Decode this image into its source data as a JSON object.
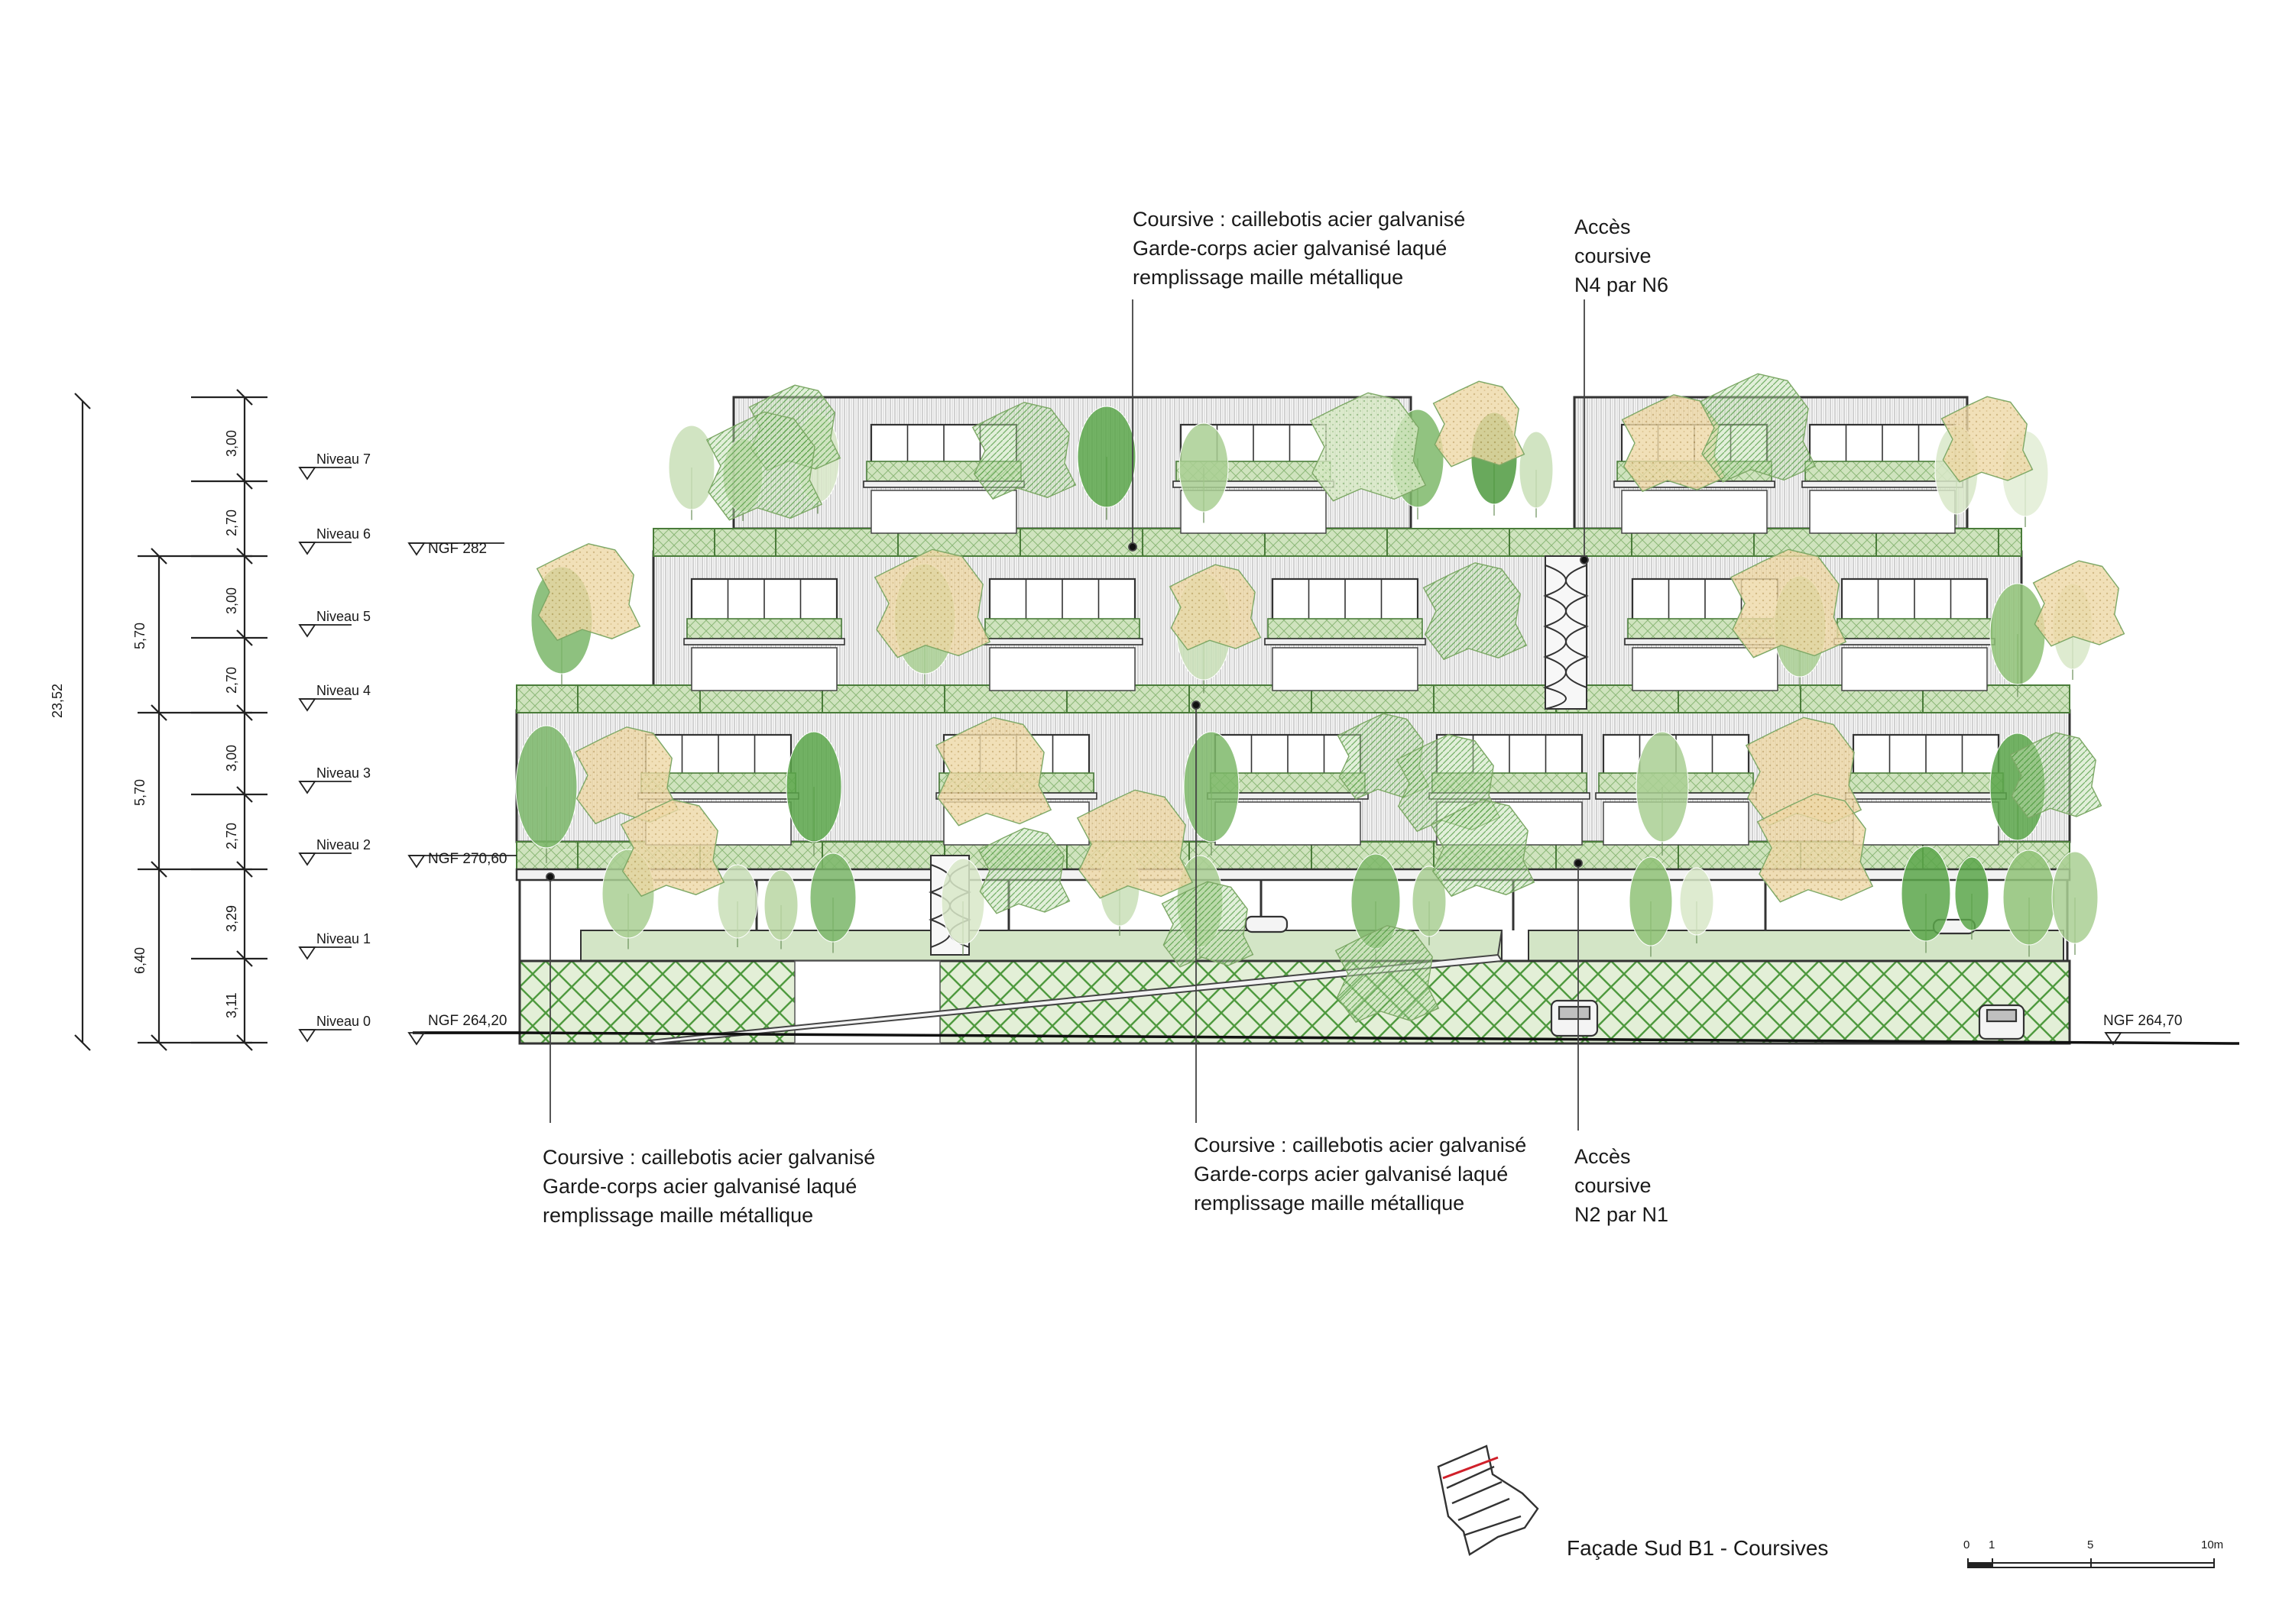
{
  "title": "Façade Sud B1  - Coursives",
  "levels": [
    {
      "label": "Niveau 7",
      "elev": 21.0
    },
    {
      "label": "Niveau 6",
      "elev": 18.0
    },
    {
      "label": "Niveau 5",
      "elev": 15.3
    },
    {
      "label": "Niveau 4",
      "elev": 12.3
    },
    {
      "label": "Niveau 3",
      "elev": 9.6
    },
    {
      "label": "Niveau 2",
      "elev": 6.6
    },
    {
      "label": "Niveau 1",
      "elev": 3.11
    },
    {
      "label": "Niveau 0",
      "elev": 0
    }
  ],
  "dimensions": {
    "total": "23,52",
    "groups": [
      "5,70",
      "5,70",
      "6,40"
    ],
    "floors": [
      "3,00",
      "2,70",
      "3,00",
      "2,70",
      "3,00",
      "2,70",
      "3,29",
      "3,11"
    ]
  },
  "ngf": {
    "n6": "NGF 282",
    "n2": "NGF 270,60",
    "n0_left": "NGF 264,20",
    "n0_right": "NGF 264,70"
  },
  "annotations": {
    "top_coursive": [
      "Coursive : caillebotis acier galvanisé",
      "Garde-corps acier galvanisé laqué",
      "remplissage maille métallique"
    ],
    "top_acces": [
      "Accès",
      "coursive",
      "N4 par N6"
    ],
    "bottom_left_coursive": [
      "Coursive : caillebotis acier galvanisé",
      "Garde-corps acier galvanisé laqué",
      "remplissage maille métallique"
    ],
    "bottom_mid_coursive": [
      "Coursive : caillebotis acier galvanisé",
      "Garde-corps acier galvanisé laqué",
      "remplissage maille métallique"
    ],
    "bottom_acces": [
      "Accès",
      "coursive",
      "N2 par N1"
    ]
  },
  "scale_bar": {
    "labels": [
      "0",
      "1",
      "5",
      "10m"
    ],
    "values": [
      0,
      1,
      5,
      10
    ]
  },
  "colors": {
    "line": "#3a3a3a",
    "green_light": "#c9dfb7",
    "green_mid": "#8fc277",
    "green_dark": "#5a9e48",
    "ochre": "#e9cf95",
    "red": "#d0202a"
  }
}
